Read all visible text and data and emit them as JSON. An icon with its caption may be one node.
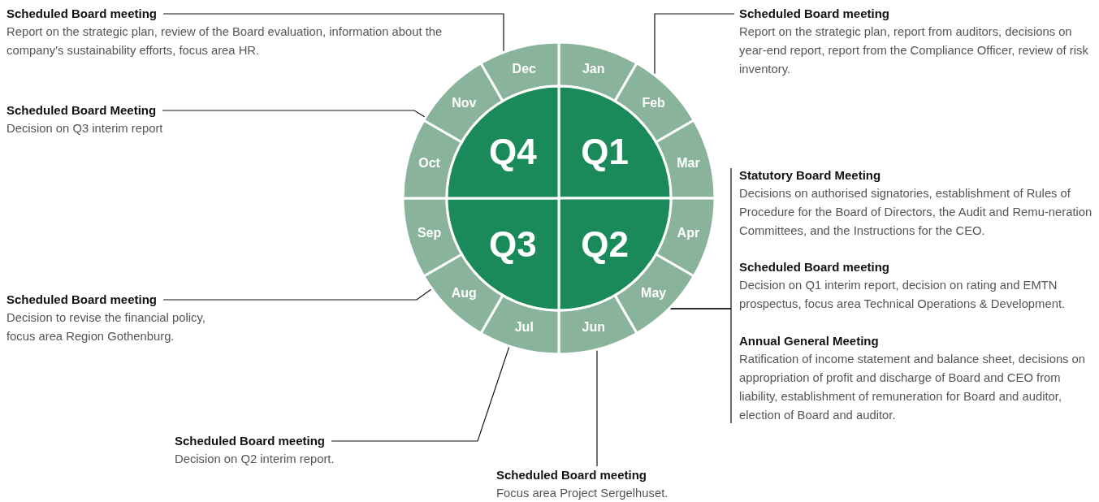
{
  "diagram": {
    "nodes": [
      {
        "text": [
          "Scheduled Board meeting",
          "Report on the strategic plan, review of the Board evaluation, information about the company’s sustainability efforts, focus area HR."
        ]
      },
      {
        "text": [
          "Scheduled Board meeting",
          "Report on the strategic plan, report from auditors, decisions on year-end report, report from the Compliance Officer, review of risk inventory."
        ]
      },
      {
        "text": [
          "Scheduled Board Meeting",
          "Decision on Q3 interim report"
        ]
      },
      {
        "text": [
          "Statutory Board Meeting",
          "Decisions on authorised signatories, establishment of Rules of Procedure for the Board of Directors, the Audit and Remu-neration Committees, and the Instructions for the CEO."
        ]
      },
      {
        "text": [
          "Scheduled Board meeting",
          "Decision on Q1 interim report, decision on rating and EMTN prospectus, focus area Technical Operations & Development."
        ]
      },
      {
        "text": [
          "Annual General Meeting",
          "Ratification of income statement and balance sheet, decisions on appropriation of profit and discharge of Board and CEO from liability, establishment of remuneration for Board and auditor, election of Board and auditor."
        ]
      },
      {
        "text": [
          "Scheduled Board meeting",
          "Decision to revise the financial policy, focus area Region Gothenburg."
        ]
      },
      {
        "text": [
          "Scheduled Board meeting",
          "Decision on Q2 interim report."
        ]
      },
      {
        "text": [
          "Scheduled Board meeting",
          "Focus area Project Sergelhuset."
        ]
      },
      {
        "text": [
          "Jan"
        ]
      },
      {
        "text": [
          "Feb"
        ]
      },
      {
        "text": [
          "Mar"
        ]
      },
      {
        "text": [
          "Apr"
        ]
      },
      {
        "text": [
          "May"
        ]
      },
      {
        "text": [
          "Jun"
        ]
      },
      {
        "text": [
          "Jul"
        ]
      },
      {
        "text": [
          "Aug"
        ]
      },
      {
        "text": [
          "Sep"
        ]
      },
      {
        "text": [
          "Oct"
        ]
      },
      {
        "text": [
          "Nov"
        ]
      },
      {
        "text": [
          "Dec"
        ]
      },
      {
        "text": [
          "Q1"
        ]
      },
      {
        "text": [
          "Q2"
        ]
      },
      {
        "text": [
          "Q3"
        ]
      },
      {
        "text": [
          "Q4"
        ]
      }
    ],
    "edges": [
      {
        "from": 0,
        "to": 20,
        "arrow": "none"
      },
      {
        "from": 1,
        "to": 10,
        "arrow": "none"
      },
      {
        "from": 2,
        "to": 19,
        "arrow": "none"
      },
      {
        "from": 3,
        "to": 13,
        "arrow": "none"
      },
      {
        "from": 4,
        "to": 13,
        "arrow": "none"
      },
      {
        "from": 5,
        "to": 13,
        "arrow": "none"
      },
      {
        "from": 6,
        "to": 16,
        "arrow": "none"
      },
      {
        "from": 7,
        "to": 15,
        "arrow": "none"
      },
      {
        "from": 8,
        "to": 14,
        "arrow": "none"
      }
    ]
  }
}
